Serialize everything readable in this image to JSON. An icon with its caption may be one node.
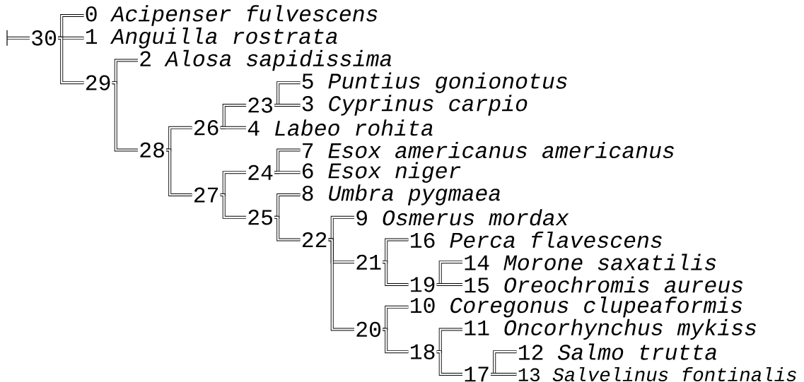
{
  "diagram": {
    "nodes": [
      {
        "text": [
          "0 *Acipenser fulvescens*"
        ]
      },
      {
        "text": [
          "30"
        ]
      },
      {
        "text": [
          "1 *Anguilla rostrata*"
        ]
      },
      {
        "text": [
          "2 *Alosa sapidissima*"
        ]
      },
      {
        "text": [
          "29"
        ]
      },
      {
        "text": [
          "5 *Puntius gonionotus*"
        ]
      },
      {
        "text": [
          "23"
        ]
      },
      {
        "text": [
          "3 *Cyprinus carpio*"
        ]
      },
      {
        "text": [
          "26"
        ]
      },
      {
        "text": [
          "4 *Labeo rohita*"
        ]
      },
      {
        "text": [
          "28"
        ]
      },
      {
        "text": [
          "7 *Esox americanus americanus*"
        ]
      },
      {
        "text": [
          "24"
        ]
      },
      {
        "text": [
          "6 *Esox niger*"
        ]
      },
      {
        "text": [
          "27"
        ]
      },
      {
        "text": [
          "8 *Umbra pygmaea*"
        ]
      },
      {
        "text": [
          "25"
        ]
      },
      {
        "text": [
          "9 *Osmerus mordax*"
        ]
      },
      {
        "text": [
          "22"
        ]
      },
      {
        "text": [
          "16 *Perca flavescens*"
        ]
      },
      {
        "text": [
          "21"
        ]
      },
      {
        "text": [
          "14 *Morone saxatilis*"
        ]
      },
      {
        "text": [
          "19"
        ]
      },
      {
        "text": [
          "15 *Oreochromis aureus*"
        ]
      },
      {
        "text": [
          "10 *Coregonus clupeaformis*"
        ]
      },
      {
        "text": [
          "20"
        ]
      },
      {
        "text": [
          "11 *Oncorhynchus mykiss*"
        ]
      },
      {
        "text": [
          "18"
        ]
      },
      {
        "text": [
          "12 *Salmo trutta*"
        ]
      },
      {
        "text": [
          "17"
        ]
      },
      {
        "text": [
          "13 *Salvelinus fontinalis*"
        ]
      }
    ],
    "edges": [
      {
        "from": null,
        "to": 1,
        "arrow": "none"
      },
      {
        "from": 1,
        "to": 0,
        "arrow": "none"
      },
      {
        "from": 1,
        "to": 2,
        "arrow": "none"
      },
      {
        "from": 1,
        "to": 4,
        "arrow": "none"
      },
      {
        "from": 4,
        "to": 3,
        "arrow": "none"
      },
      {
        "from": 4,
        "to": 10,
        "arrow": "none"
      },
      {
        "from": 10,
        "to": 8,
        "arrow": "none"
      },
      {
        "from": 10,
        "to": 14,
        "arrow": "none"
      },
      {
        "from": 8,
        "to": 6,
        "arrow": "none"
      },
      {
        "from": 8,
        "to": 9,
        "arrow": "none"
      },
      {
        "from": 6,
        "to": 5,
        "arrow": "none"
      },
      {
        "from": 6,
        "to": 7,
        "arrow": "none"
      },
      {
        "from": 14,
        "to": 12,
        "arrow": "none"
      },
      {
        "from": 14,
        "to": 16,
        "arrow": "none"
      },
      {
        "from": 12,
        "to": 11,
        "arrow": "none"
      },
      {
        "from": 12,
        "to": 13,
        "arrow": "none"
      },
      {
        "from": 16,
        "to": 15,
        "arrow": "none"
      },
      {
        "from": 16,
        "to": 18,
        "arrow": "none"
      },
      {
        "from": 18,
        "to": 17,
        "arrow": "none"
      },
      {
        "from": 18,
        "to": 20,
        "arrow": "none"
      },
      {
        "from": 18,
        "to": 25,
        "arrow": "none"
      },
      {
        "from": 20,
        "to": 19,
        "arrow": "none"
      },
      {
        "from": 20,
        "to": 22,
        "arrow": "none"
      },
      {
        "from": 22,
        "to": 21,
        "arrow": "none"
      },
      {
        "from": 22,
        "to": 23,
        "arrow": "none"
      },
      {
        "from": 25,
        "to": 24,
        "arrow": "none"
      },
      {
        "from": 25,
        "to": 27,
        "arrow": "none"
      },
      {
        "from": 27,
        "to": 26,
        "arrow": "none"
      },
      {
        "from": 27,
        "to": 29,
        "arrow": "none"
      },
      {
        "from": 29,
        "to": 28,
        "arrow": "none"
      },
      {
        "from": 29,
        "to": 30,
        "arrow": "none"
      }
    ]
  }
}
